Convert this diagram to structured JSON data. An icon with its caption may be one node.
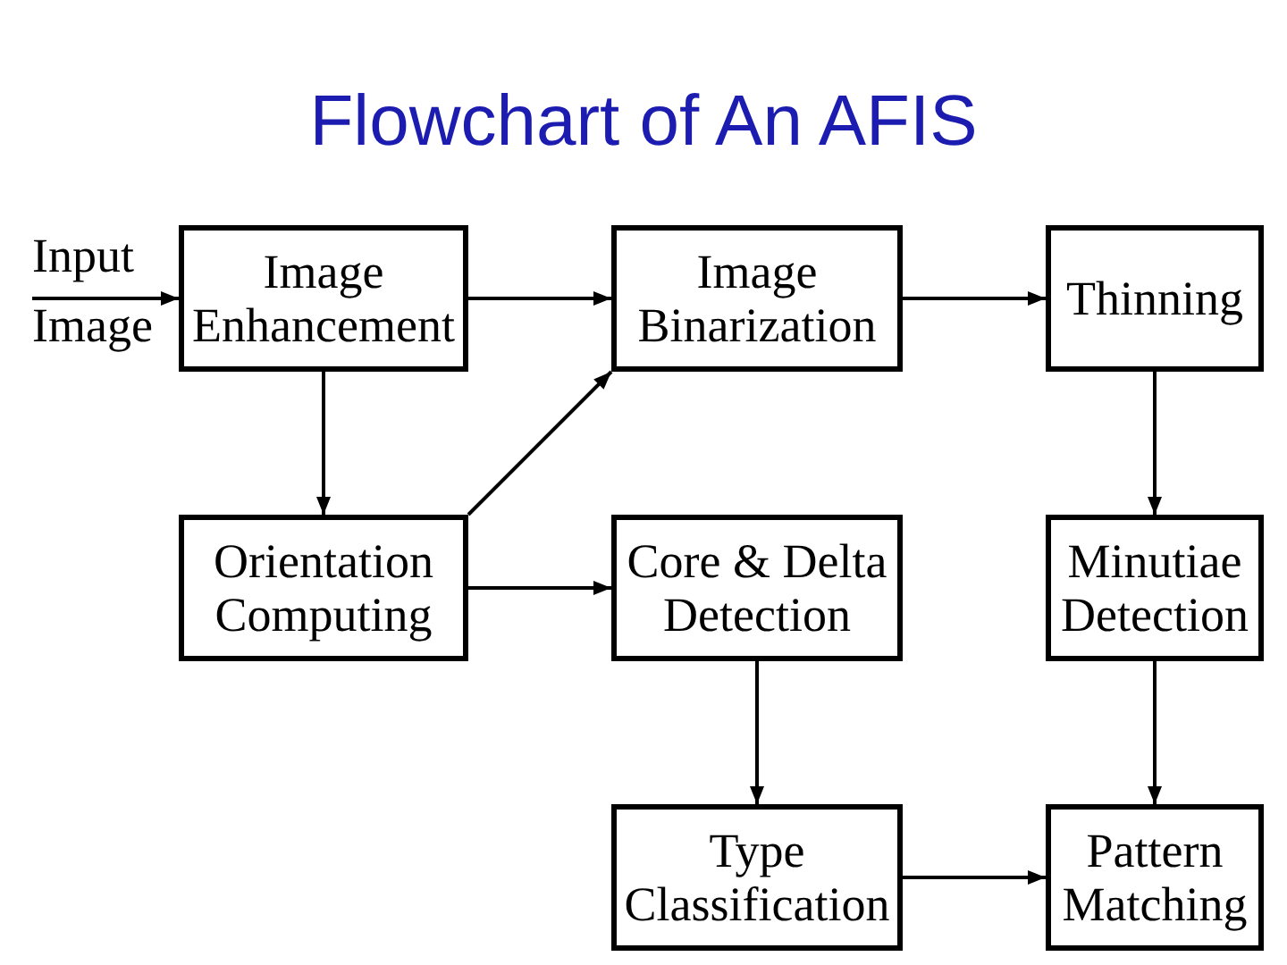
{
  "diagram": {
    "title": "Flowchart of An AFIS",
    "nodes": [
      {
        "text": [
          "Image Enhancement"
        ]
      },
      {
        "text": [
          "Image Binarization"
        ]
      },
      {
        "text": [
          "Thinning"
        ]
      },
      {
        "text": [
          "Orientation Computing"
        ]
      },
      {
        "text": [
          "Core & Delta Detection"
        ]
      },
      {
        "text": [
          "Minutiae Detection"
        ]
      },
      {
        "text": [
          "Type Classification"
        ]
      },
      {
        "text": [
          "Pattern Matching"
        ]
      }
    ],
    "edges": [
      {
        "from": null,
        "to": 0,
        "arrow": "to",
        "label": "Input Image"
      },
      {
        "from": 0,
        "to": 1,
        "arrow": "to"
      },
      {
        "from": 1,
        "to": 2,
        "arrow": "to"
      },
      {
        "from": 0,
        "to": 3,
        "arrow": "to"
      },
      {
        "from": 3,
        "to": 1,
        "arrow": "to"
      },
      {
        "from": 3,
        "to": 4,
        "arrow": "to"
      },
      {
        "from": 2,
        "to": 5,
        "arrow": "to"
      },
      {
        "from": 4,
        "to": 6,
        "arrow": "to"
      },
      {
        "from": 5,
        "to": 7,
        "arrow": "to"
      },
      {
        "from": 6,
        "to": 7,
        "arrow": "to"
      }
    ]
  }
}
